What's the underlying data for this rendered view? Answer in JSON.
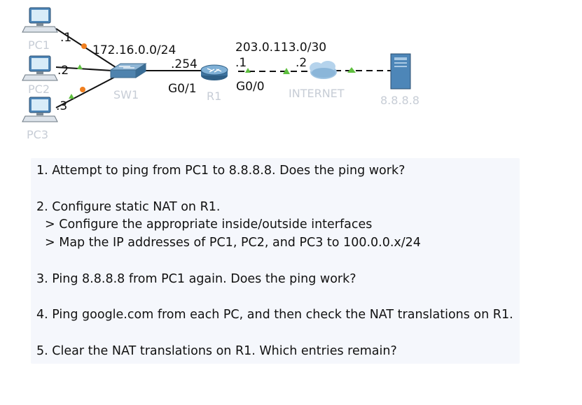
{
  "topology": {
    "pcs": [
      {
        "name": "PC1",
        "host": ".1"
      },
      {
        "name": "PC2",
        "host": ".2"
      },
      {
        "name": "PC3",
        "host": ".3"
      }
    ],
    "lan_network": "172.16.0.0/24",
    "switch_name": "SW1",
    "router_name": "R1",
    "router_inside_host": ".254",
    "router_inside_interface": "G0/1",
    "router_outside_interface": "G0/0",
    "wan_network": "203.0.113.0/30",
    "router_outside_host": ".1",
    "internet_host": ".2",
    "internet_name": "INTERNET",
    "server_name": "8.8.8.8",
    "colors": {
      "link_up": "#5fbf3f",
      "link_down": "#f07f1f",
      "device_label": "#c7cdd6"
    }
  },
  "instructions": {
    "step1": "1. Attempt to ping from PC1 to 8.8.8.8.  Does the ping work?",
    "step2": "2. Configure static NAT on R1.",
    "step2a": "> Configure the appropriate inside/outside interfaces",
    "step2b": "> Map the IP addresses of PC1, PC2, and PC3 to 100.0.0.x/24",
    "step3": "3. Ping 8.8.8.8 from PC1 again.  Does the ping work?",
    "step4": "4. Ping google.com from each PC, and then check the NAT translations on R1.",
    "step5": "5. Clear the NAT translations on R1.  Which entries remain?"
  }
}
